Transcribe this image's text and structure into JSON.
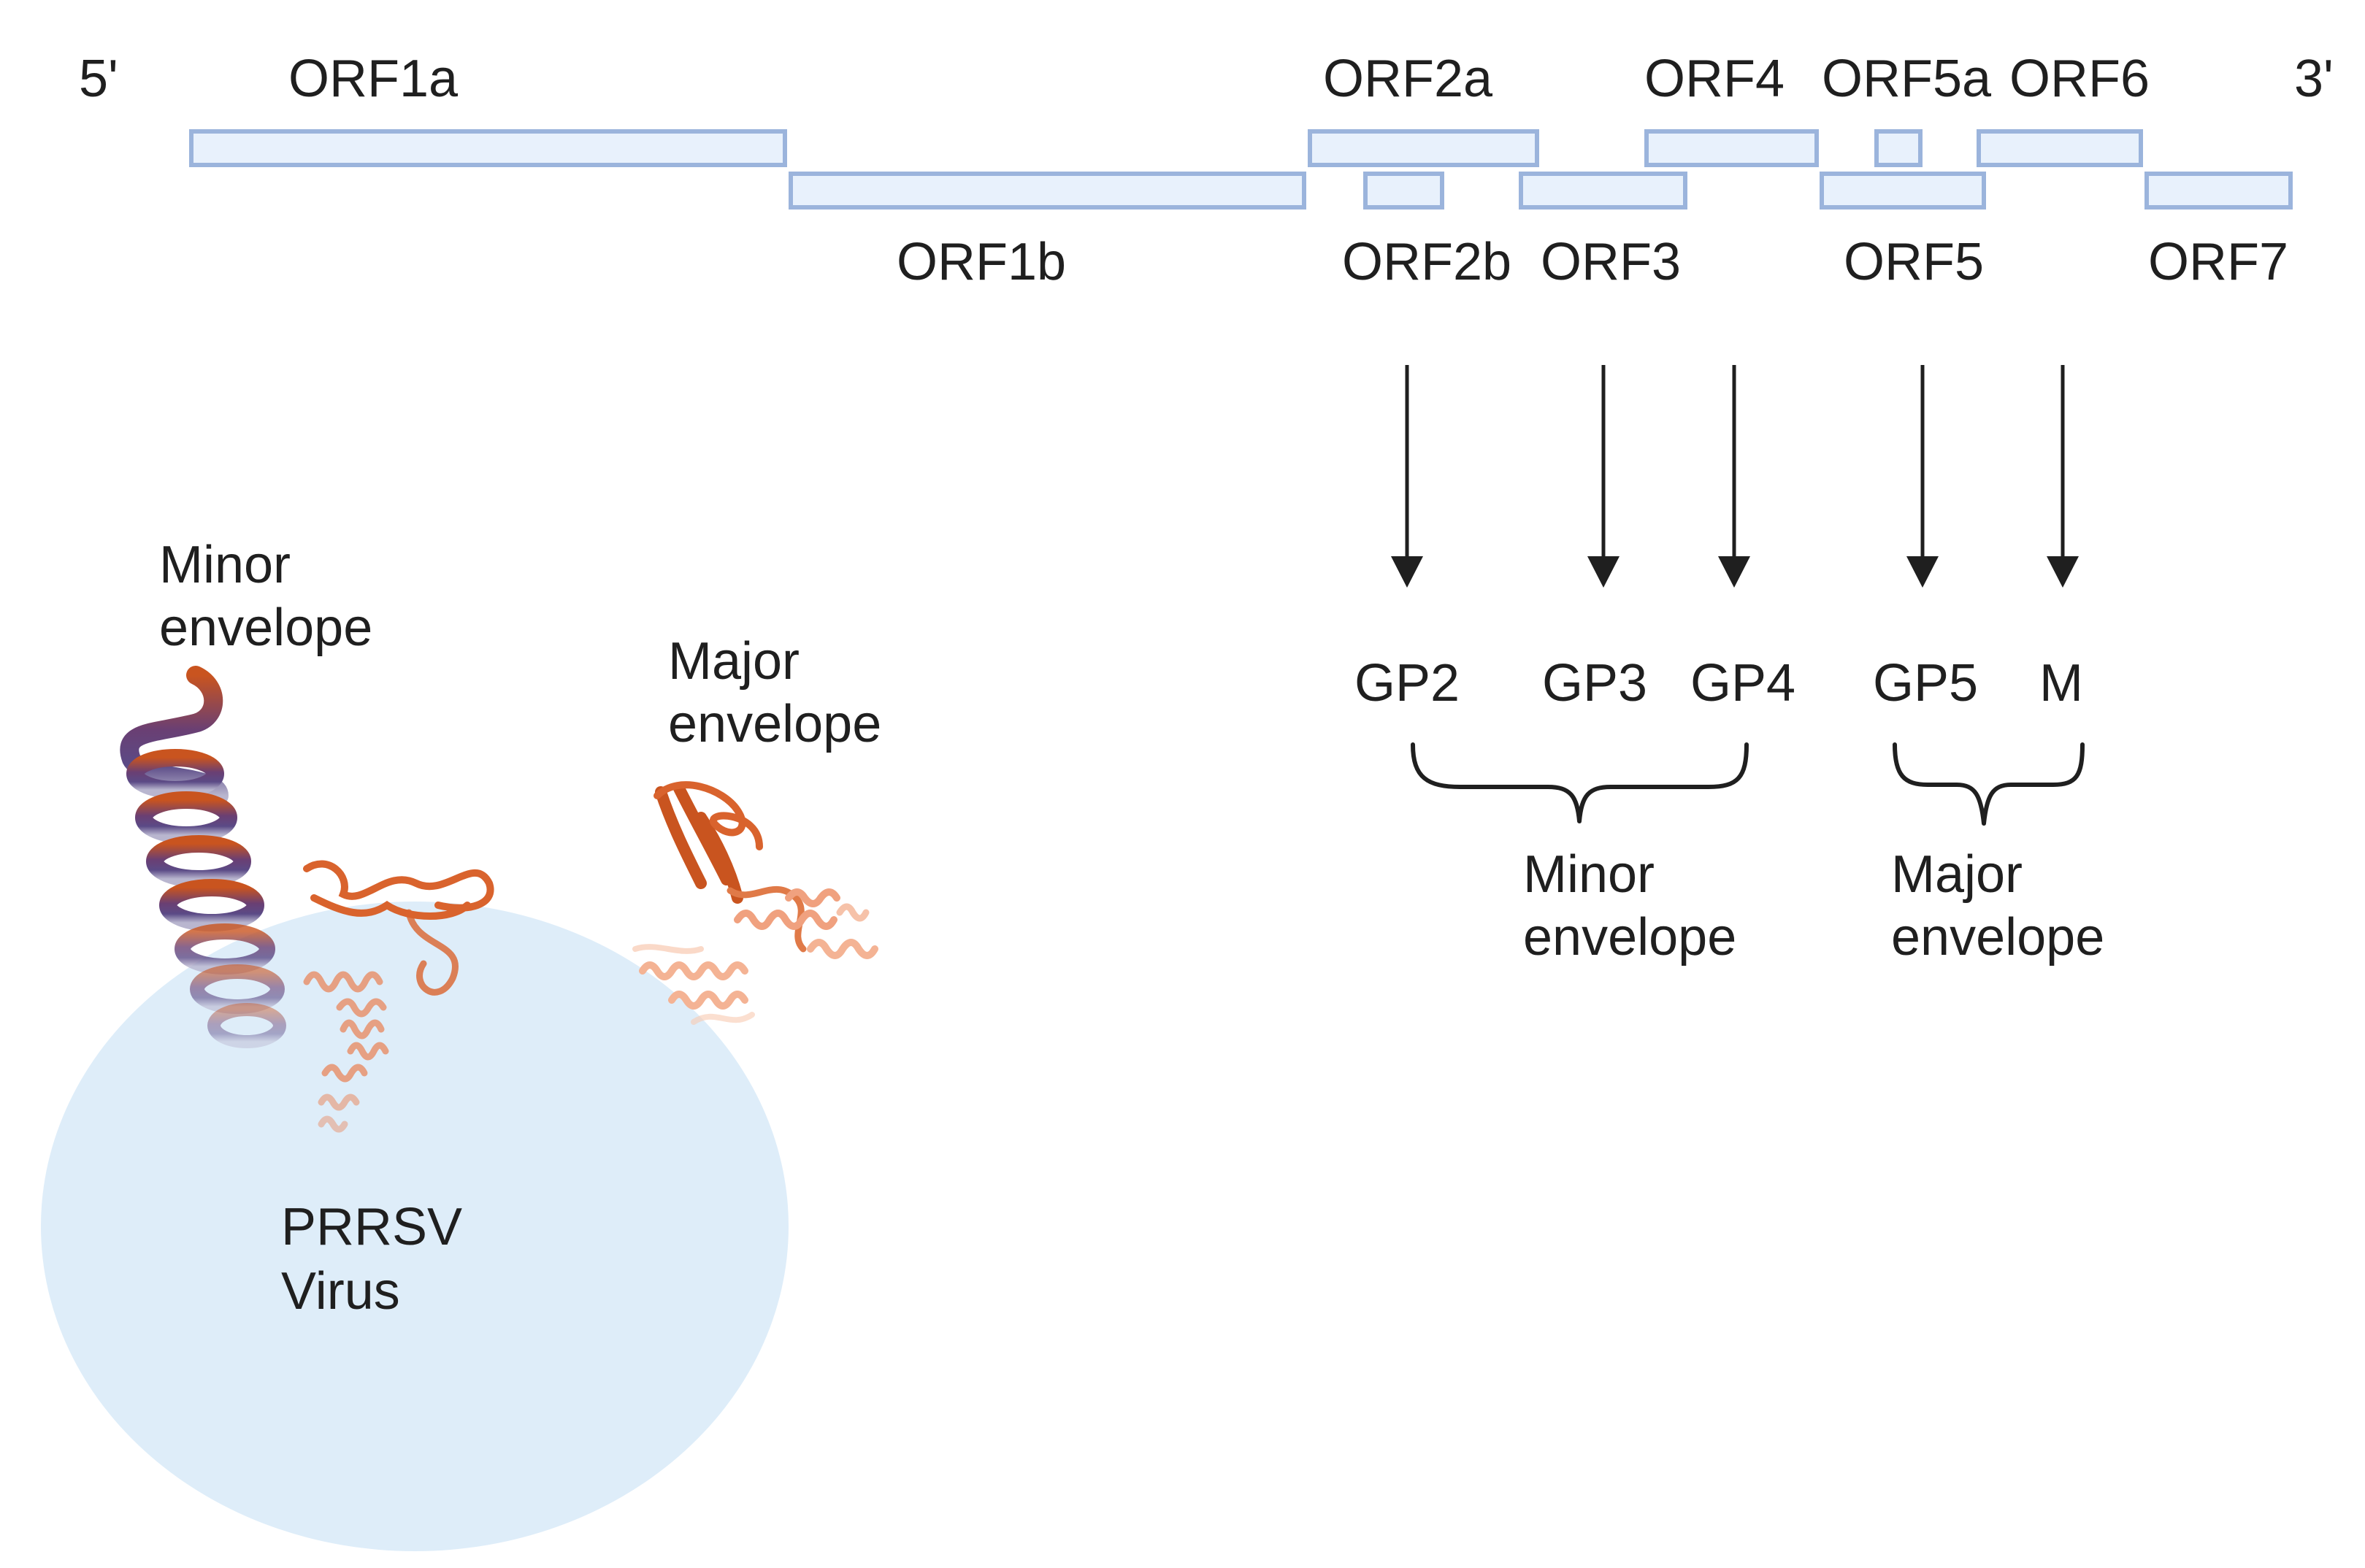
{
  "genome": {
    "five_prime": "5'",
    "three_prime": "3'",
    "orfs": [
      {
        "id": "orf1a",
        "label": "ORF1a"
      },
      {
        "id": "orf1b",
        "label": "ORF1b"
      },
      {
        "id": "orf2a",
        "label": "ORF2a"
      },
      {
        "id": "orf2b",
        "label": "ORF2b"
      },
      {
        "id": "orf3",
        "label": "ORF3"
      },
      {
        "id": "orf4",
        "label": "ORF4"
      },
      {
        "id": "orf5a",
        "label": "ORF5a"
      },
      {
        "id": "orf5",
        "label": "ORF5"
      },
      {
        "id": "orf6",
        "label": "ORF6"
      },
      {
        "id": "orf7",
        "label": "ORF7"
      }
    ]
  },
  "proteins": {
    "gp2": "GP2",
    "gp3": "GP3",
    "gp4": "GP4",
    "gp5": "GP5",
    "m": "M"
  },
  "groups": {
    "minor": {
      "line1": "Minor",
      "line2": "envelope"
    },
    "major": {
      "line1": "Major",
      "line2": "envelope"
    }
  },
  "virus": {
    "line1": "PRRSV",
    "line2": "Virus",
    "minor_label": {
      "line1": "Minor",
      "line2": "envelope"
    },
    "major_label": {
      "line1": "Major",
      "line2": "envelope"
    }
  },
  "colors": {
    "orf_fill": "#e8f1fc",
    "orf_stroke": "#9bb4dc",
    "virus_fill": "#deedf9",
    "helix_orange": "#c9541f",
    "helix_purple": "#5b3f7a",
    "protein_light": "#f0a17f"
  }
}
